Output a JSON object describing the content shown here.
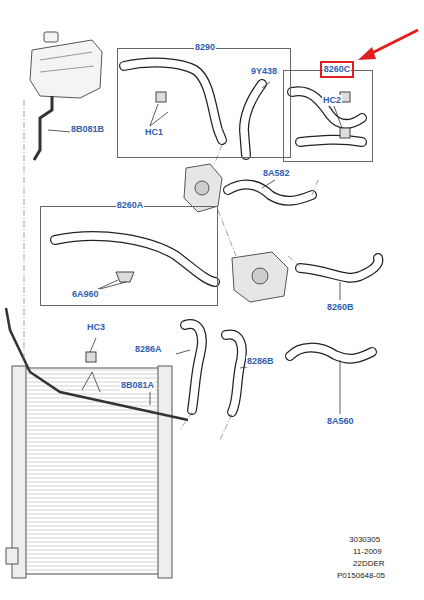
{
  "diagram": {
    "nodes": [
      {
        "text": [
          "8290",
          "HC1"
        ]
      },
      {
        "text": [
          "8260C",
          "HC2"
        ]
      },
      {
        "text": [
          "8260A",
          "6A960"
        ]
      }
    ],
    "edges": [],
    "labels": [
      "8B081B",
      "9Y438",
      "8A582",
      "8260B",
      "HC3",
      "8286A",
      "8286B",
      "8B081A",
      "8A560",
      "3030305",
      "11-2009",
      "22DDER",
      "P0150648-05"
    ]
  }
}
